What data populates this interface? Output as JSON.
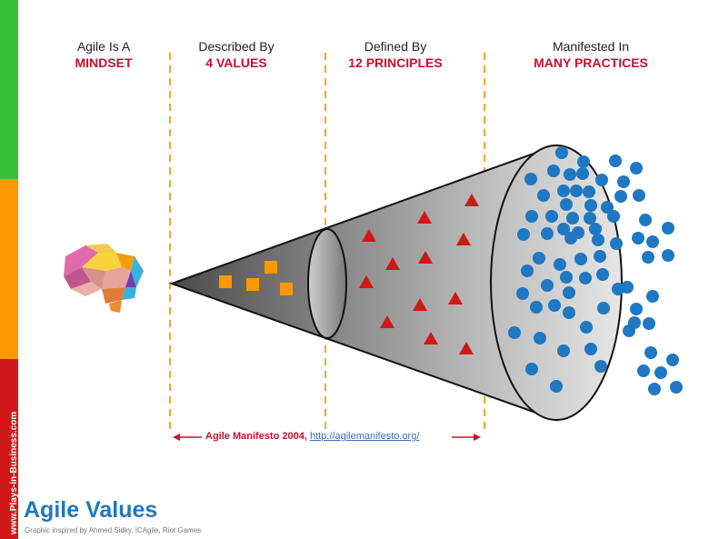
{
  "sidebar": {
    "text": "www.Plays-in-Business.com",
    "colors": {
      "top": "#35c23a",
      "middle": "#ff9800",
      "bottom": "#d01818"
    }
  },
  "headings": [
    {
      "line1": "Agile Is A",
      "line2": "MINDSET"
    },
    {
      "line1": "Described By",
      "line2": "4 VALUES"
    },
    {
      "line1": "Defined By",
      "line2": "12 PRINCIPLES"
    },
    {
      "line1": "Manifested In",
      "line2": "MANY PRACTICES"
    }
  ],
  "manifesto": {
    "text": "Agile Manifesto 2004, ",
    "link": "http://agilemanifesto.org/"
  },
  "title": "Agile Values",
  "credit": "Graphic inspired by Ahmed Sidky, ICAgile, Riot Games",
  "colors": {
    "accent_red": "#c8102e",
    "dashed_line": "#f5a623",
    "square": "#ff9800",
    "triangle": "#d01818",
    "dot": "#1f78c1",
    "title_blue": "#1f78c1"
  },
  "icons": {
    "brain": "brain-icon",
    "squares": "value-square-icon",
    "triangles": "principle-triangle-icon",
    "dots": "practice-dot-icon"
  },
  "counts": {
    "values": 4,
    "principles": 12
  }
}
